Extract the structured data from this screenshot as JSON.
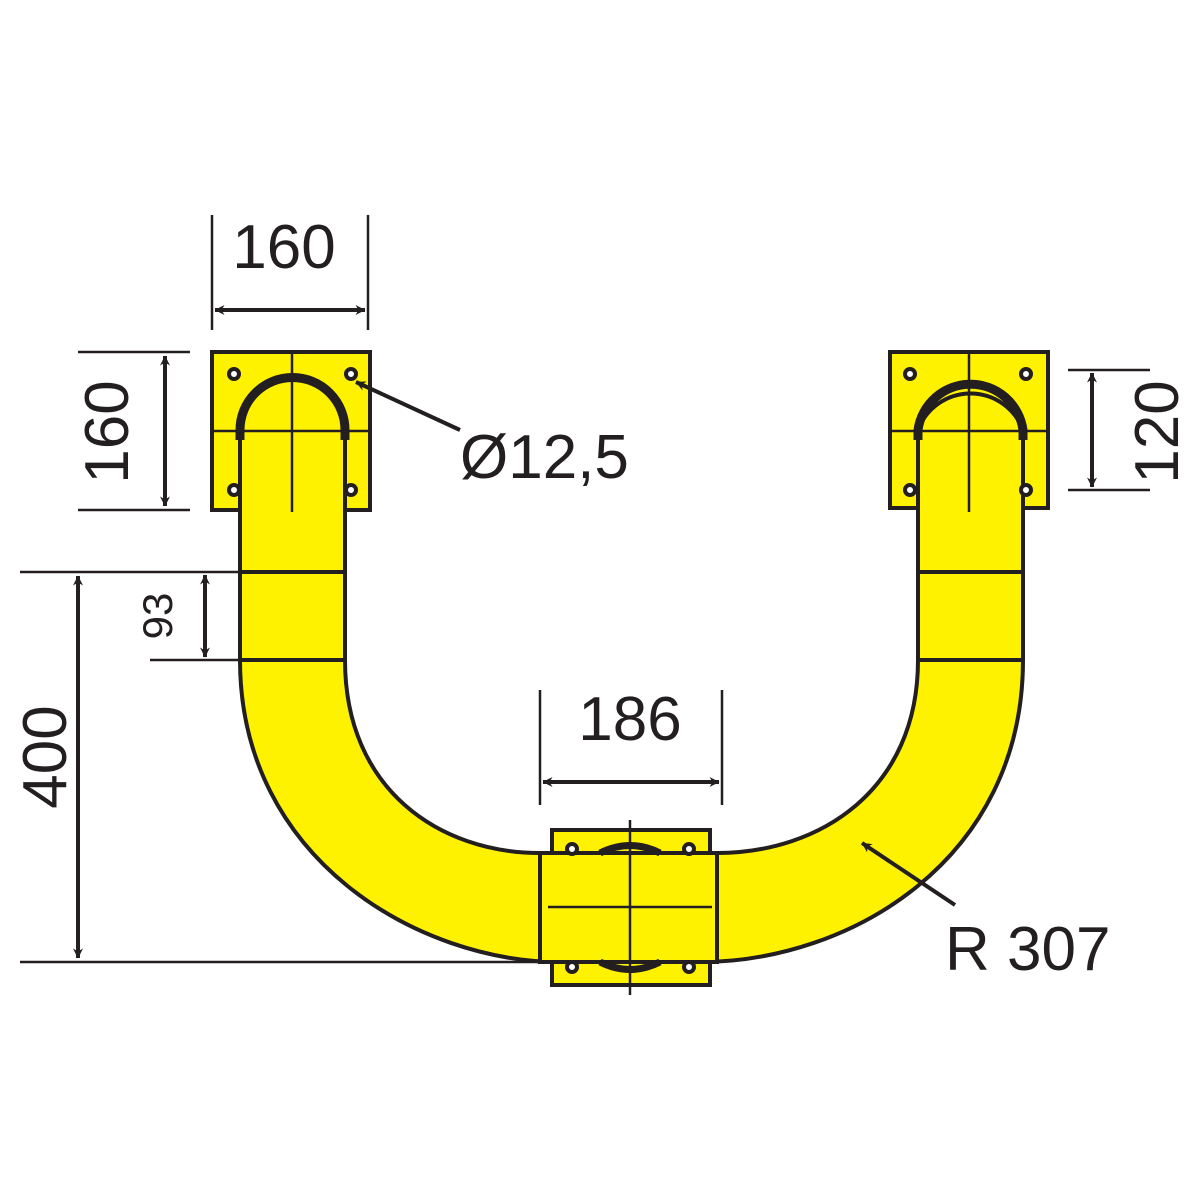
{
  "title": "U-shaped protection bar dimension drawing",
  "colors": {
    "fill": "#fff200",
    "stroke": "#231f20",
    "background": "#ffffff"
  },
  "dimensions": {
    "plate_width": "160",
    "plate_height": "160",
    "hole_diameter": "Ø12,5",
    "mount_spacing": "120",
    "segment_length": "93",
    "height": "400",
    "center_clamp_width": "186",
    "radius": "R 307"
  }
}
